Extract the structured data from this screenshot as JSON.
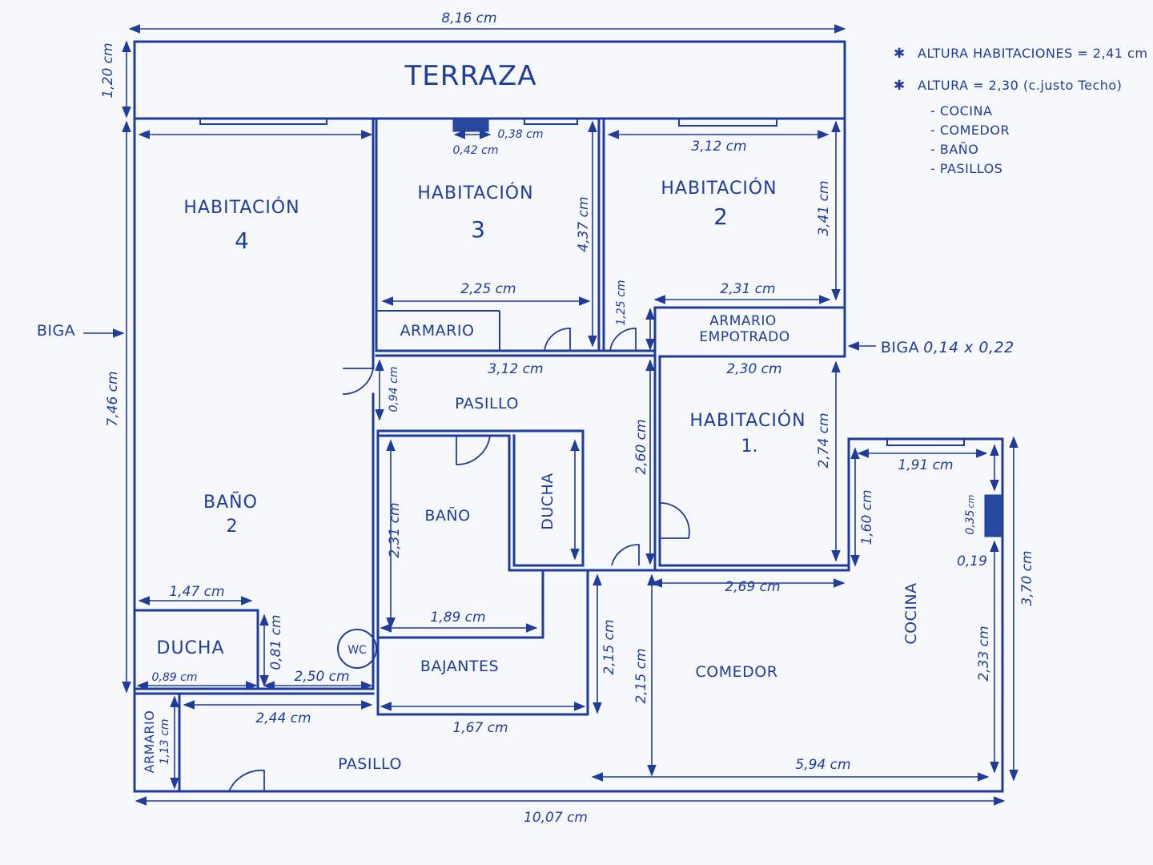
{
  "rooms": {
    "terraza": "TERRAZA",
    "hab4_label": "HABITACIÓN",
    "hab4_num": "4",
    "hab3_label": "HABITACIÓN",
    "hab3_num": "3",
    "hab2_label": "HABITACIÓN",
    "hab2_num": "2",
    "hab1_label": "HABITACIÓN",
    "hab1_num": "1.",
    "armario": "ARMARIO",
    "armario_empotrado_1": "ARMARIO",
    "armario_empotrado_2": "EMPOTRADO",
    "pasillo_upper": "PASILLO",
    "bano": "BAÑO",
    "ducha_vertical": "DUCHA",
    "bano2_label": "BAÑO",
    "bano2_num": "2",
    "ducha": "DUCHA",
    "wc": "WC",
    "bajantes": "BAJANTES",
    "comedor": "COMEDOR",
    "cocina": "COCINA",
    "pasillo_lower": "PASILLO",
    "armario_lower": "ARMARIO"
  },
  "labels": {
    "biga_left": "BIGA",
    "biga_right": "BIGA",
    "biga_right_size": "0,14 x 0,22"
  },
  "dimensions": {
    "top_width": "8,16 cm",
    "terraza_height": "1,20 cm",
    "left_height": "7,46 cm",
    "hab3_window_w": "0,38 cm",
    "hab3_window_d": "0,42 cm",
    "hab2_width": "3,12 cm",
    "hab3_height": "4,37 cm",
    "hab2_height": "3,41 cm",
    "hab3_width": "2,25 cm",
    "door_gap": "1,25 cm",
    "hab2_lower_width": "2,31 cm",
    "pasillo_width": "3,12 cm",
    "pasillo_height": "0,94 cm",
    "hab1_width": "2,30 cm",
    "pasillo_vertical": "2,60 cm",
    "hab1_height": "2,74 cm",
    "cocina_top": "1,91 cm",
    "cocina_vertical": "1,60 cm",
    "column_h": "0,35",
    "column_suffix": "cm",
    "column_w": "0,19",
    "cocina_height": "3,70 cm",
    "bano_height": "2,31 cm",
    "comedor_top": "2,69 cm",
    "ducha_width": "1,47 cm",
    "bano_width": "1,89 cm",
    "ducha_height": "0,81 cm",
    "comedor_left_1": "2,15 cm",
    "comedor_left_2": "2,15 cm",
    "cocina_lower": "2,33 cm",
    "ducha_bottom": "0,89 cm",
    "bano2_bottom": "2,50 cm",
    "pasillo_lower_width": "2,44 cm",
    "bajantes_width": "1,67 cm",
    "armario_height": "1,13 cm",
    "comedor_width": "5,94 cm",
    "total_width": "10,07 cm"
  },
  "notes": {
    "bullet": "✱",
    "line1": "ALTURA  HABITACIONES = 2,41 cm",
    "line2": "ALTURA  =  2,30  (c.justo Techo)",
    "items": [
      "- COCINA",
      "- COMEDOR",
      "- BAÑO",
      "- PASILLOS"
    ]
  }
}
